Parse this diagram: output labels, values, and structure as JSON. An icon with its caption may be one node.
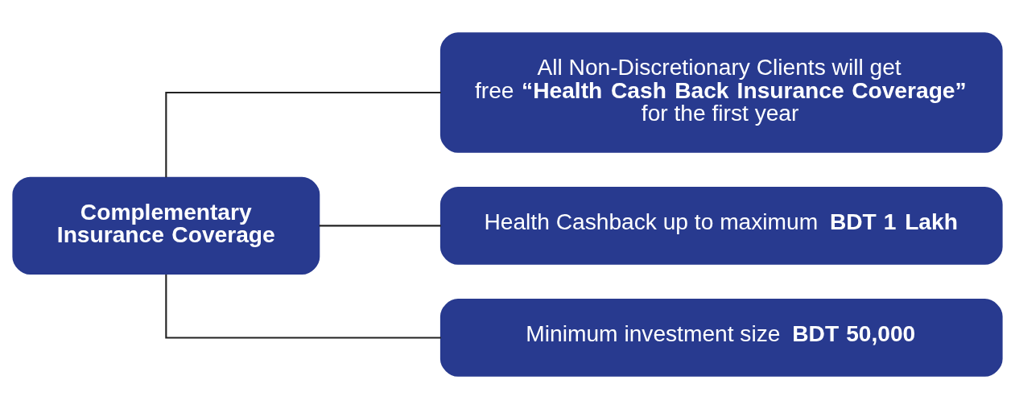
{
  "diagram": {
    "nodes": [
      {
        "text": [
          "Complementary Insurance Coverage"
        ]
      },
      {
        "text": [
          "All Non-Discretionary Clients will get free **“Health Cash Back Insurance Coverage”** for the first year"
        ]
      },
      {
        "text": [
          "Health Cashback up to maximum **BDT 1 Lakh**"
        ]
      },
      {
        "text": [
          "Minimum investment size **BDT 50,000**"
        ]
      }
    ],
    "edges": [
      {
        "from": 0,
        "to": 1,
        "arrow": "none"
      },
      {
        "from": 0,
        "to": 2,
        "arrow": "none"
      },
      {
        "from": 0,
        "to": 3,
        "arrow": "none"
      }
    ]
  }
}
